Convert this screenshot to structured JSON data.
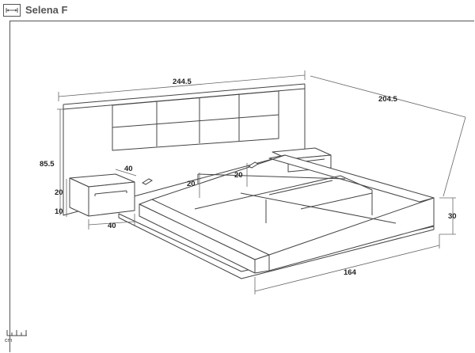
{
  "header": {
    "title": "Selena F",
    "icon": "width-dimension-icon"
  },
  "dimensions": {
    "total_width": "244.5",
    "total_length": "204.5",
    "headboard_height": "85.5",
    "nightstand_height": "20",
    "nightstand_gap": "10",
    "nightstand_width": "40",
    "nightstand_depth": "40",
    "side_rail_height": "20",
    "interior_height": "20",
    "frame_height": "30",
    "frame_width": "164"
  },
  "footer": {
    "units_label": "cm",
    "icon": "ruler-icon"
  }
}
